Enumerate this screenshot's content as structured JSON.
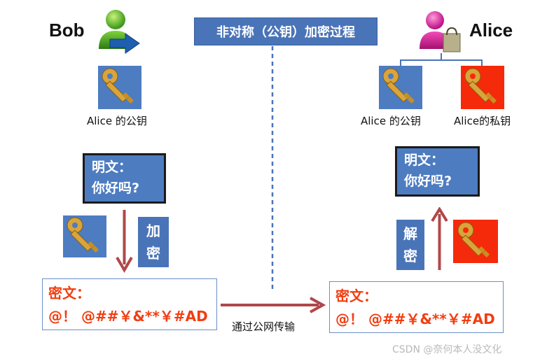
{
  "title": "非对称（公钥）加密过程",
  "bob": {
    "name": "Bob",
    "key_caption": "Alice 的公钥",
    "plaintext_line1": "明文：",
    "plaintext_line2": "你好吗?",
    "op_char1": "加",
    "op_char2": "密",
    "ciphertext_line1": "密文：",
    "ciphertext_line2": "@！ @##￥&**￥#AD"
  },
  "alice": {
    "name": "Alice",
    "public_key_caption": "Alice 的公钥",
    "private_key_caption": "Alice的私钥",
    "plaintext_line1": "明文：",
    "plaintext_line2": "你好吗?",
    "op_char1": "解",
    "op_char2": "密",
    "ciphertext_line1": "密文：",
    "ciphertext_line2": "@！ @##￥&**￥#AD"
  },
  "transmission_label": "通过公网传输",
  "watermark": "CSDN @奈何本人没文化",
  "colors": {
    "title_bg": "#4a74b8",
    "key_blue": "#4d7cc1",
    "key_red": "#f52a0a",
    "cipher_text": "#f23d10",
    "arrow": "#b0474a",
    "divider": "#4a74b8"
  },
  "icons": {
    "key": "key-icon",
    "bob_avatar": "user-upload-icon",
    "alice_avatar": "user-shopping-bag-icon"
  }
}
